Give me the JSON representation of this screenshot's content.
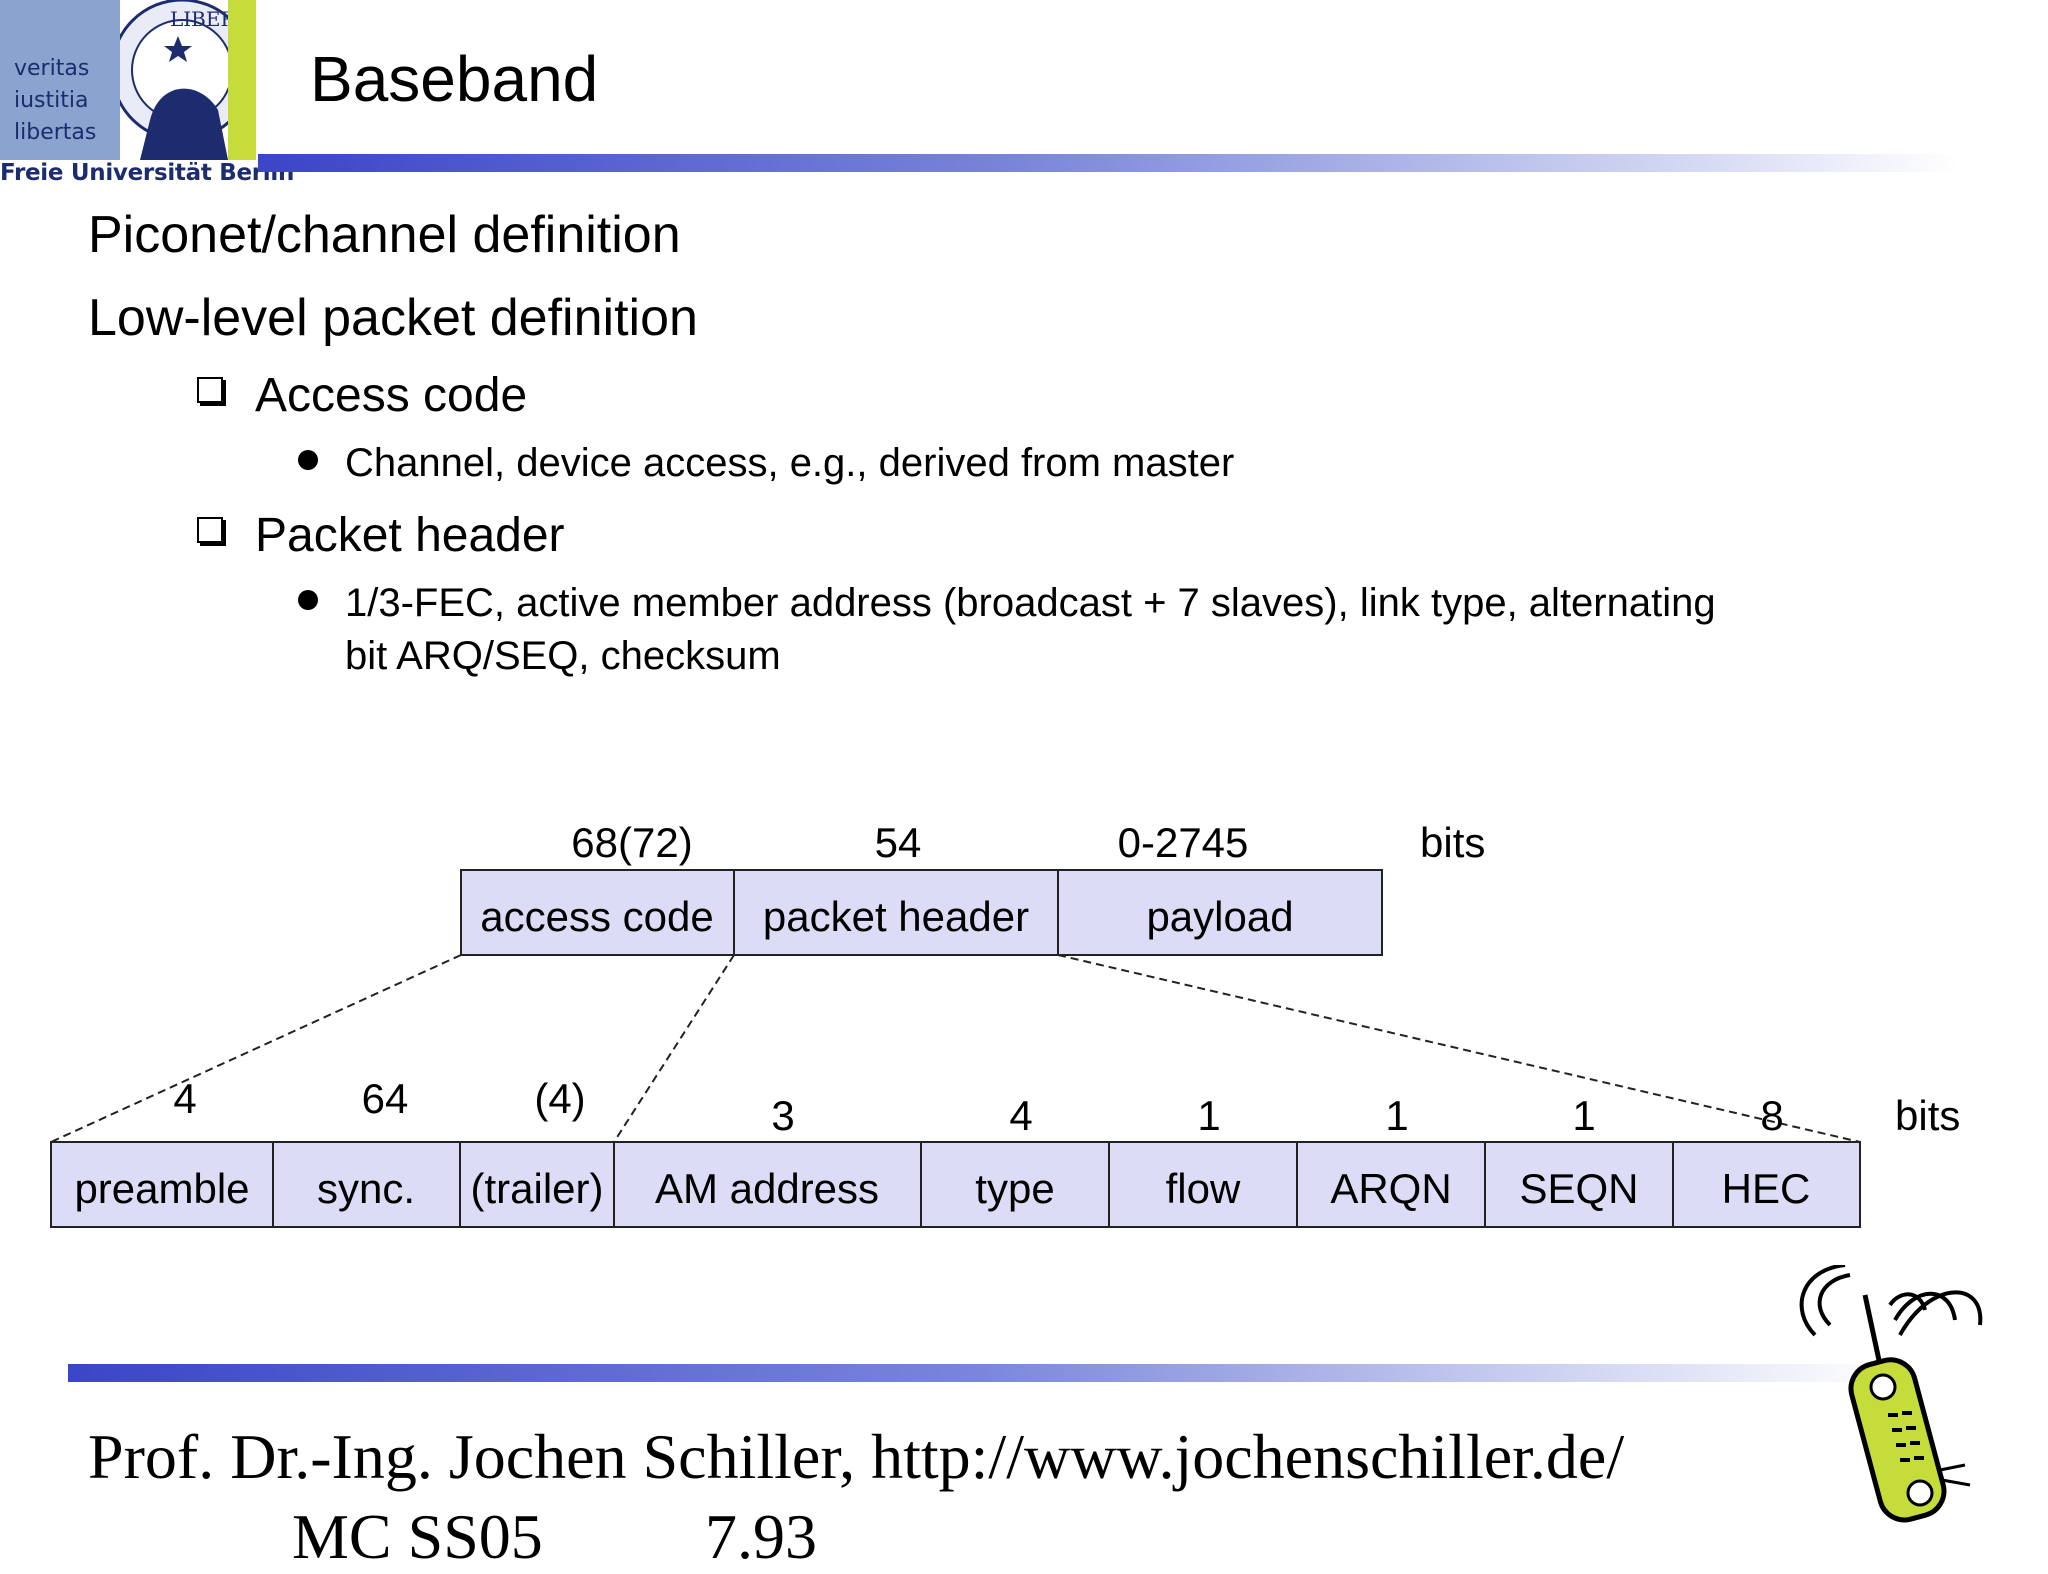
{
  "logo": {
    "seal_text": "LIBERTAS",
    "motto": [
      "veritas",
      "iustitia",
      "libertas"
    ],
    "university": "Freie Universität Berlin"
  },
  "slide": {
    "title": "Baseband",
    "items": [
      {
        "text": "Piconet/channel definition"
      },
      {
        "text": "Low-level packet definition"
      }
    ],
    "sub_items": [
      {
        "text": "Access code",
        "details": [
          "Channel, device access, e.g., derived from master"
        ]
      },
      {
        "text": "Packet header",
        "details": [
          "1/3-FEC, active member address (broadcast + 7 slaves), link type, alternating",
          "bit ARQ/SEQ, checksum"
        ]
      }
    ]
  },
  "diagram": {
    "unit": "bits",
    "top_fields": [
      {
        "label": "access code",
        "size": "68(72)"
      },
      {
        "label": "packet header",
        "size": "54"
      },
      {
        "label": "payload",
        "size": "0-2745"
      }
    ],
    "bottom_fields": [
      {
        "label": "preamble",
        "size": "4"
      },
      {
        "label": "sync.",
        "size": "64"
      },
      {
        "label": "(trailer)",
        "size": "(4)"
      },
      {
        "label": "AM address",
        "size": "3"
      },
      {
        "label": "type",
        "size": "4"
      },
      {
        "label": "flow",
        "size": "1"
      },
      {
        "label": "ARQN",
        "size": "1"
      },
      {
        "label": "SEQN",
        "size": "1"
      },
      {
        "label": "HEC",
        "size": "8"
      }
    ],
    "colors": {
      "cell_fill": "#dcdcf6",
      "border": "#222222"
    }
  },
  "footer": {
    "author": "Prof. Dr.-Ing. Jochen Schiller, http://www.jochenschiller.de/",
    "course": "MC SS05",
    "page": "7.93"
  },
  "icons": [
    "university-seal-icon",
    "mobile-phone-icon"
  ],
  "colors": {
    "accent_blue": "#3b45c8",
    "logo_green": "#c5dc3a",
    "logo_blue": "#8aa3cf",
    "navy": "#1c2c6e"
  }
}
